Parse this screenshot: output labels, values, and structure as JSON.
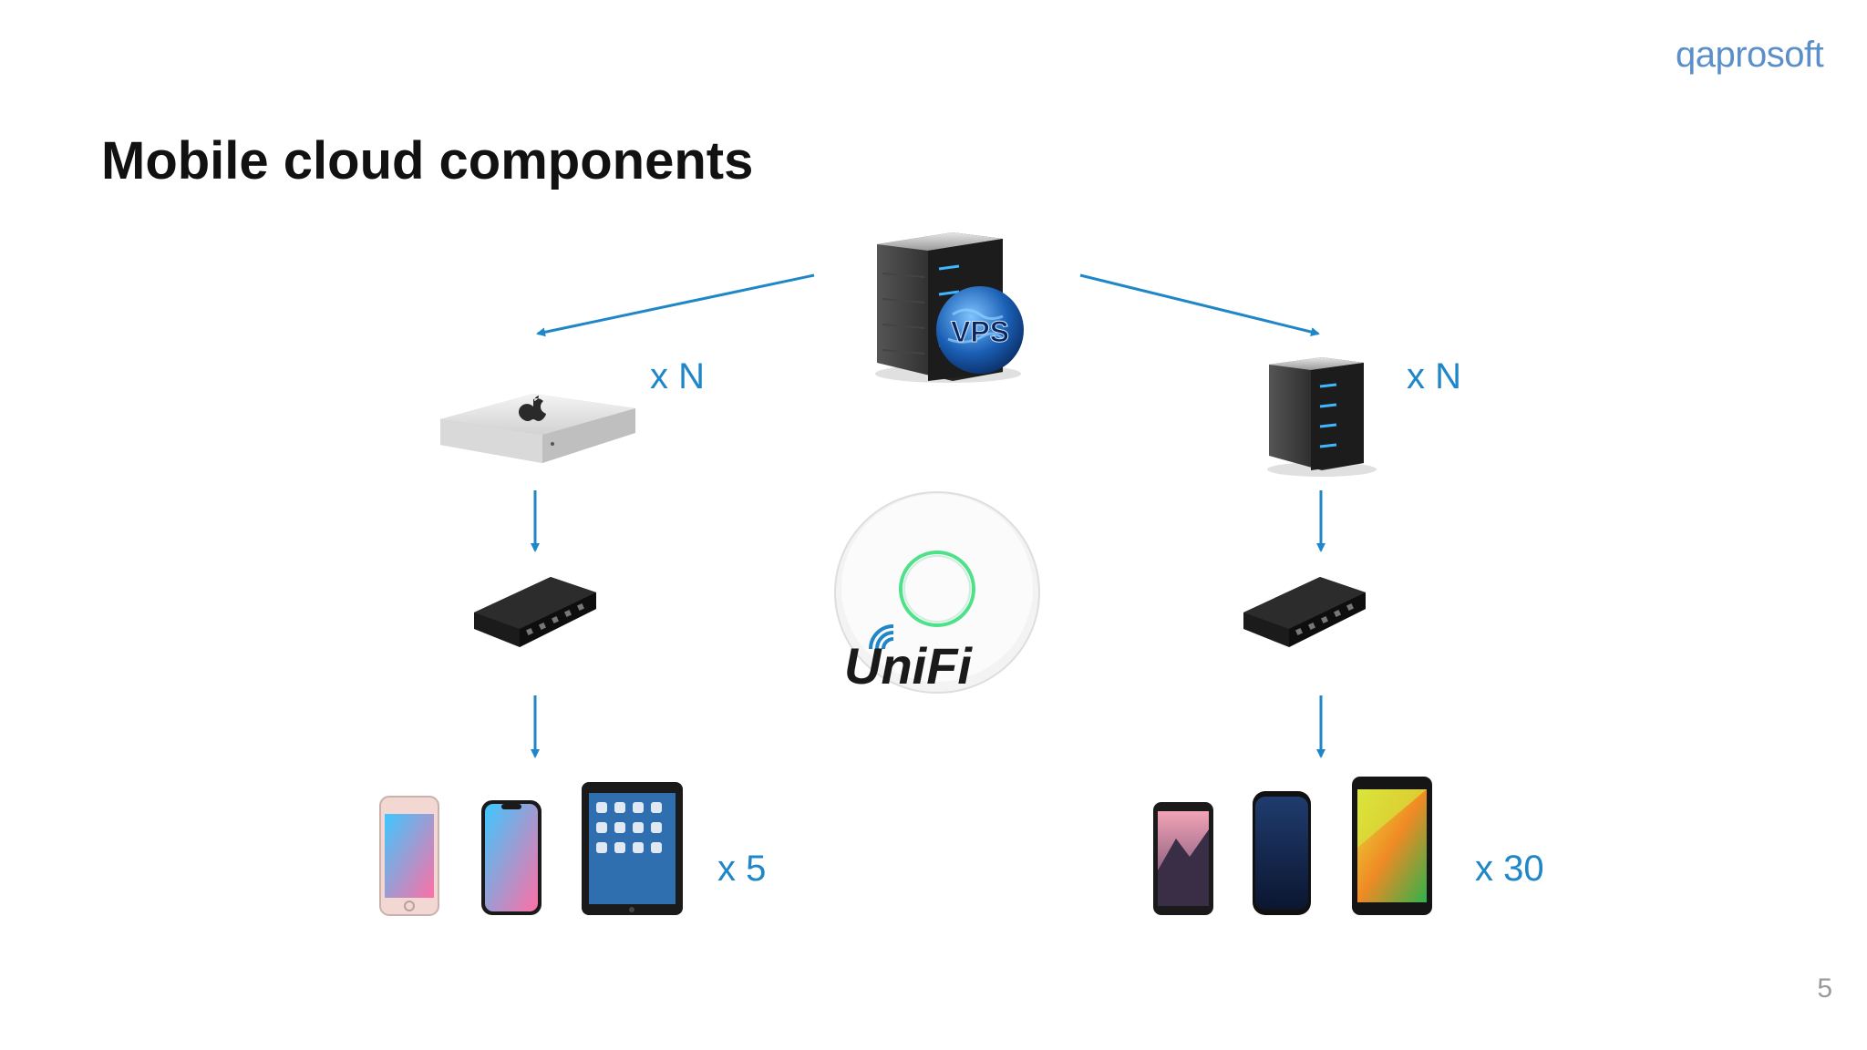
{
  "logo": {
    "text": "qaprosoft"
  },
  "title": "Mobile cloud components",
  "server": {
    "badge": "VPS"
  },
  "access_point": {
    "brand": "UniFi"
  },
  "labels": {
    "left_nodes_multiplier": "x N",
    "right_nodes_multiplier": "x N",
    "ios_devices_multiplier": "x 5",
    "android_devices_multiplier": "x 30"
  },
  "page_number": "5",
  "colors": {
    "arrow": "#1f86c8",
    "label": "#1f86c8",
    "title": "#111111",
    "logo": "#5a8fc9"
  },
  "icons": [
    "vps-server-icon",
    "mac-mini-icon",
    "server-tower-icon",
    "usb-hub-icon",
    "unifi-access-point-icon",
    "iphone-se-icon",
    "iphone-x-icon",
    "ipad-icon",
    "nexus-5-icon",
    "galaxy-s8-icon",
    "nexus-7-icon"
  ]
}
